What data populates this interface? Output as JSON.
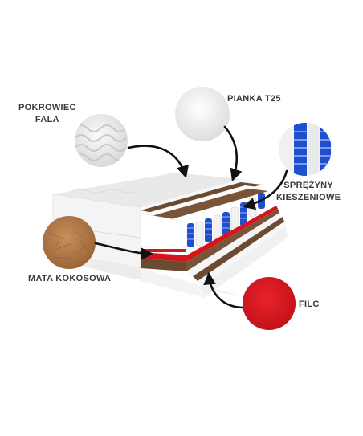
{
  "labels": {
    "pokrowiec": [
      "POKROWIEC",
      "FALA"
    ],
    "pianka": "PIANKA T25",
    "sprezyny": [
      "SPRĘŻYNY",
      "KIESZENIOWE"
    ],
    "mata": "MATA KOKOSOWA",
    "filc": "FILC"
  },
  "colors": {
    "accent_red": "#d4161c",
    "coconut": "#6b4a32",
    "spring_blue": "#1f4fd1",
    "foam_white": "#f3f3f3"
  },
  "icons": [
    "cover-wave-swatch",
    "foam-swatch",
    "springs-swatch",
    "coconut-mat-swatch",
    "felt-swatch"
  ]
}
